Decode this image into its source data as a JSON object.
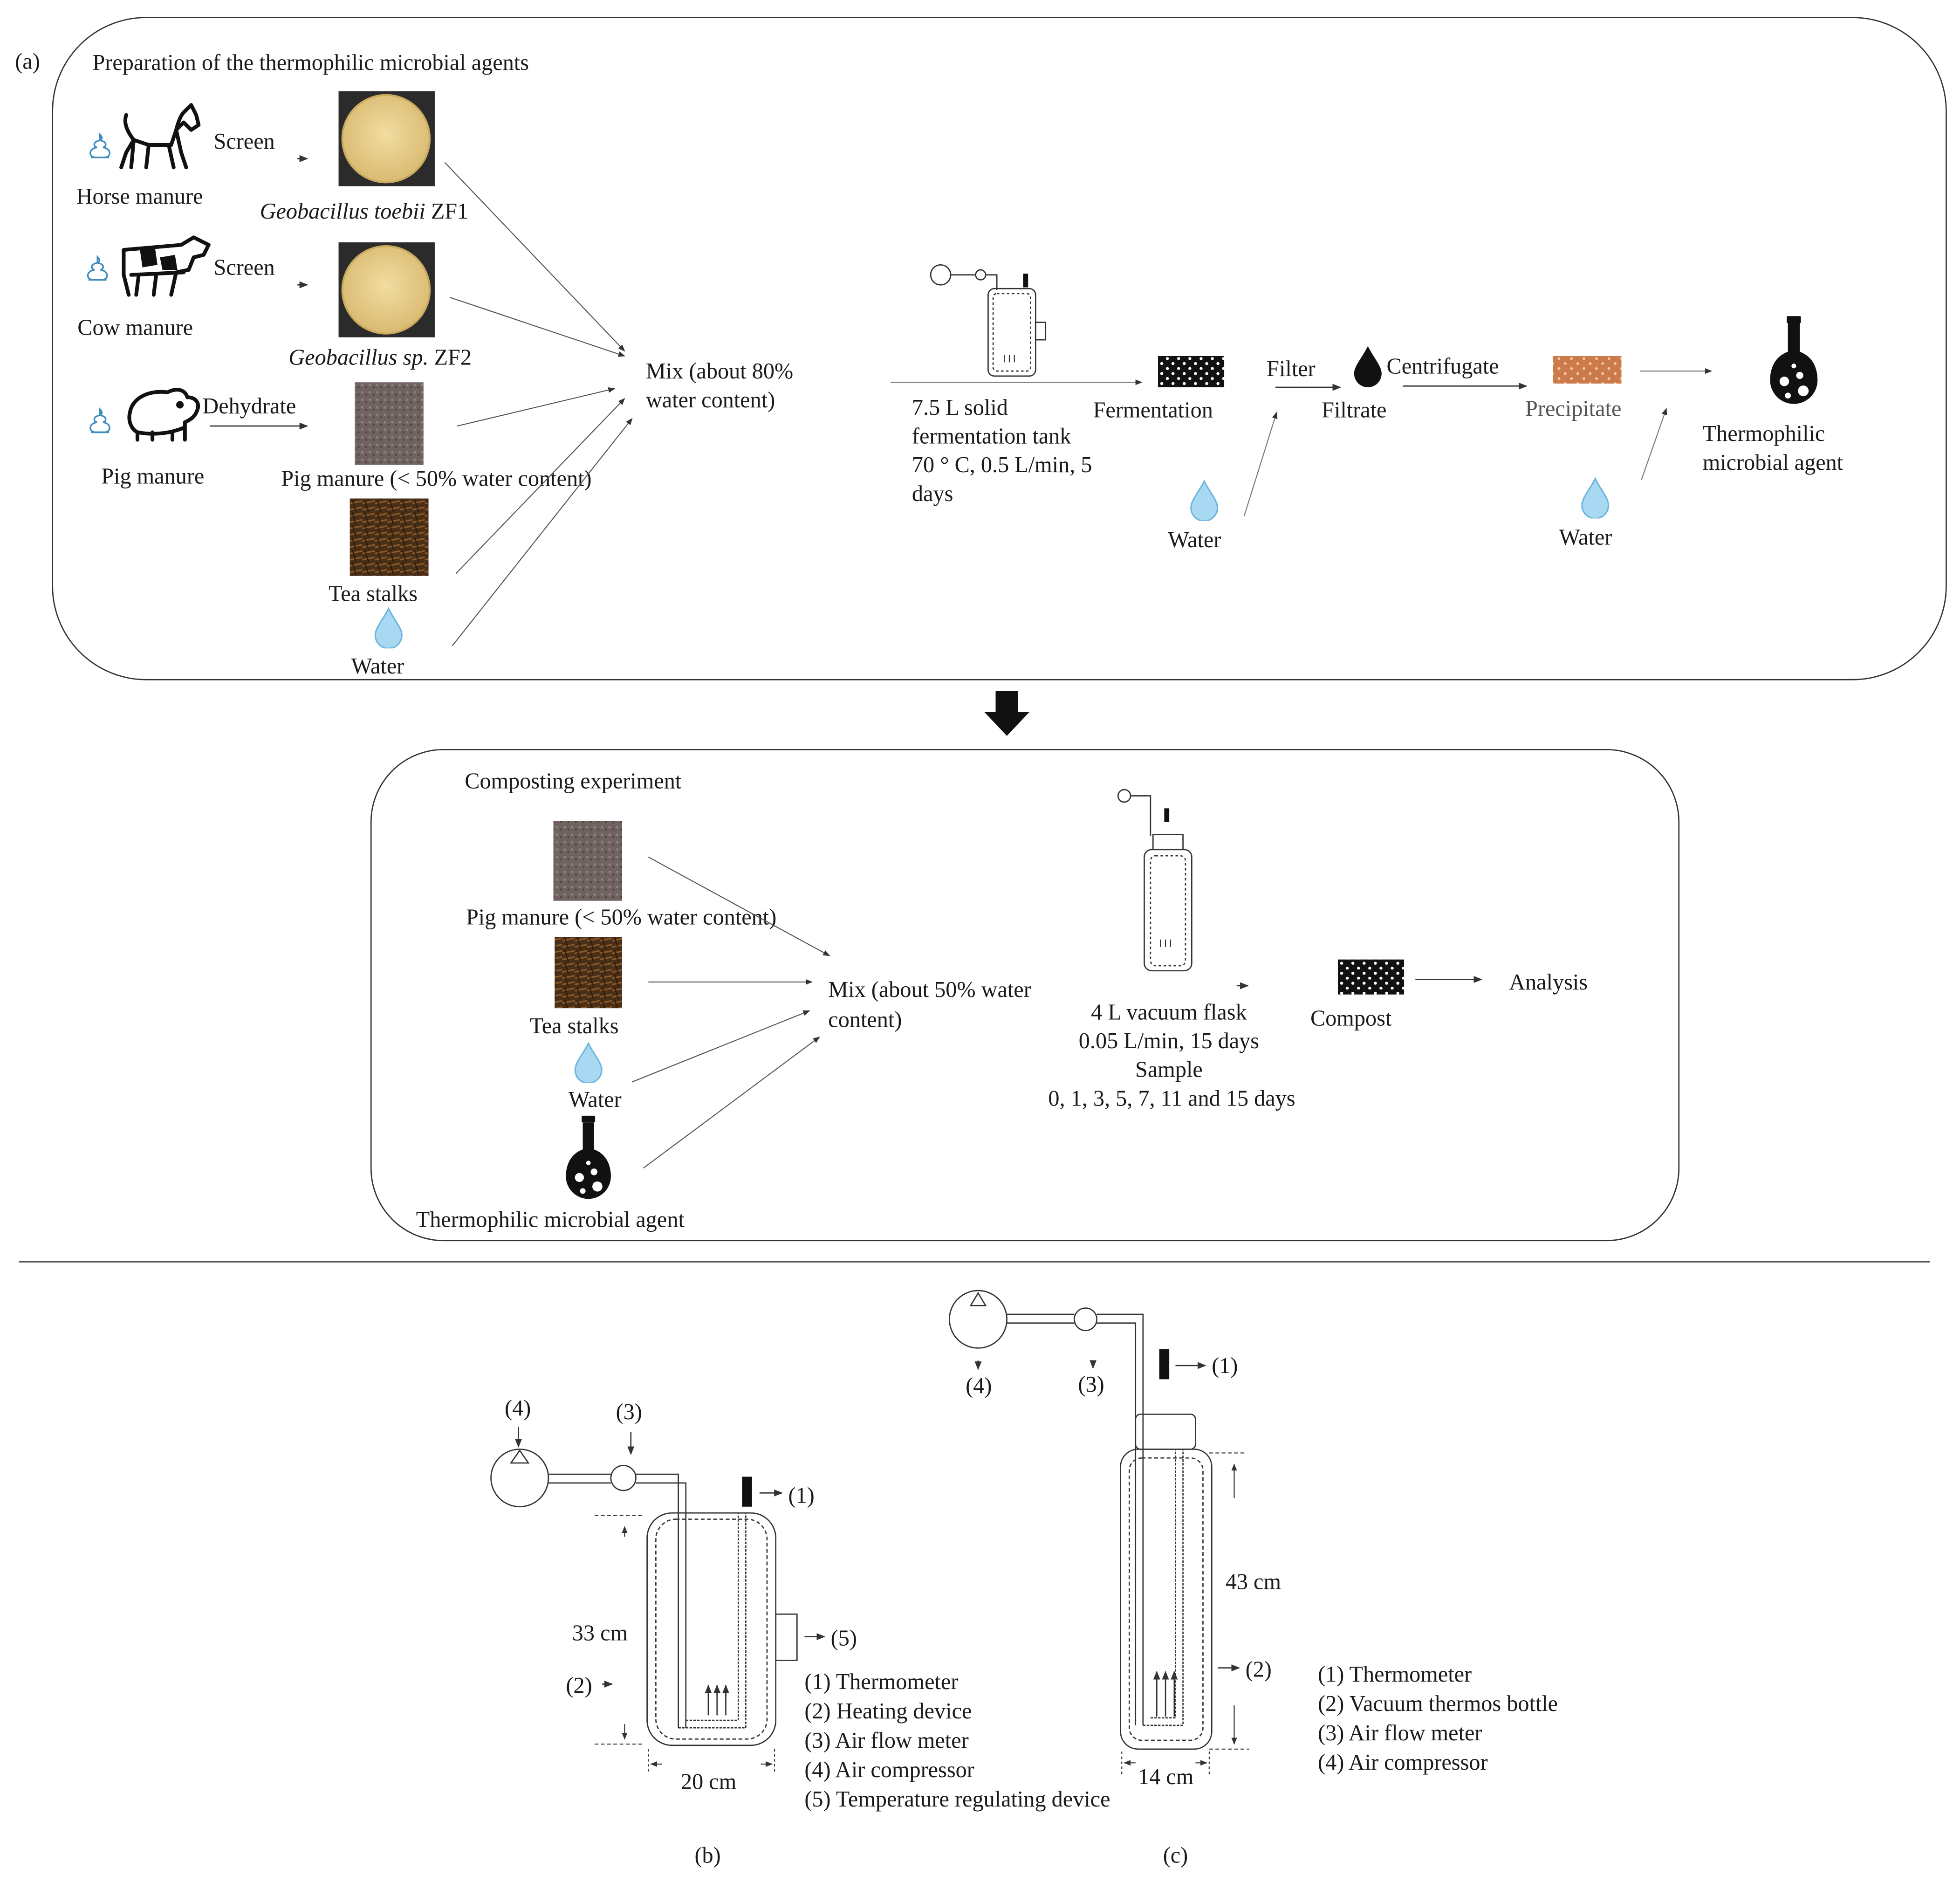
{
  "panel_a": {
    "tag": "(a)",
    "title": "Preparation of the thermophilic microbial agents",
    "sources": {
      "horse_manure": "Horse manure",
      "cow_manure": "Cow manure",
      "pig_manure": "Pig manure"
    },
    "steps": {
      "screen_1": "Screen",
      "screen_2": "Screen",
      "dehydrate": "Dehydrate"
    },
    "strain_1": {
      "name": "Geobacillus toebii",
      "suffix": " ZF1"
    },
    "strain_2": {
      "name": "Geobacillus sp.",
      "suffix": " ZF2"
    },
    "dried_pig_manure": "Pig manure (< 50% water content)",
    "tea_stalks": "Tea stalks",
    "water": "Water",
    "mix": [
      "Mix (about 80%",
      "water content)"
    ],
    "tank": [
      "7.5 L solid",
      "fermentation tank",
      "70 °  C, 0.5 L/min, 5",
      "days"
    ],
    "fermentation": "Fermentation",
    "filter": "Filter",
    "filtrate": "Filtrate",
    "water_2": "Water",
    "centrifugate": "Centrifugate",
    "precipitate": "Precipitate",
    "water_3": "Water",
    "agent": [
      "Thermophilic",
      "microbial agent"
    ]
  },
  "composting": {
    "title": "Composting experiment",
    "pig_manure": "Pig manure (< 50% water content)",
    "tea_stalks": "Tea stalks",
    "water": "Water",
    "agent": "Thermophilic microbial agent",
    "mix": [
      "Mix (about 50% water",
      "content)"
    ],
    "flask": [
      "4 L vacuum flask",
      "0.05 L/min, 15 days",
      "Sample",
      "0, 1, 3, 5, 7, 11 and 15 days"
    ],
    "compost": "Compost",
    "analysis": "Analysis"
  },
  "panel_b": {
    "tag": "(b)",
    "callouts": {
      "c1": "(1)",
      "c2": "(2)",
      "c3": "(3)",
      "c4": "(4)",
      "c5": "(5)"
    },
    "height": "33 cm",
    "width": "20 cm",
    "legend": [
      "(1) Thermometer",
      "(2) Heating device",
      "(3) Air flow meter",
      "(4) Air compressor",
      "(5) Temperature regulating device"
    ]
  },
  "panel_c": {
    "tag": "(c)",
    "callouts": {
      "c1": "(1)",
      "c2": "(2)",
      "c3": "(3)",
      "c4": "(4)"
    },
    "height": "43 cm",
    "width": "14 cm",
    "legend": [
      "(1) Thermometer",
      "(2) Vacuum thermos bottle",
      "(3) Air flow meter",
      "(4) Air compressor"
    ]
  },
  "colors": {
    "ink": "#1a1a1a",
    "water_drop": "#a9d8f2",
    "agar_plate": "#e8cf8e",
    "dried_manure": "#6f6260",
    "tea_stalks": "#5a3a1c",
    "precipitate": "#cc7a4a"
  },
  "icons": {
    "horse": "horse-with-manure-icon",
    "cow": "cow-with-manure-icon",
    "pig": "pig-with-manure-icon",
    "water": "water-drop-icon",
    "flask": "flask-icon"
  }
}
